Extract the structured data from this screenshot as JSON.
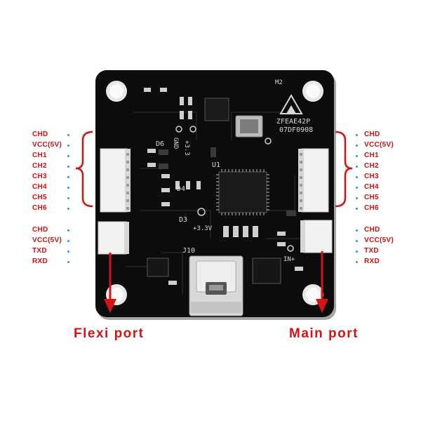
{
  "left_top_pins": [
    "CHD",
    "VCC(5V)",
    "CH1",
    "CH2",
    "CH3",
    "CH4",
    "CH5",
    "CH6"
  ],
  "right_top_pins": [
    "CHD",
    "VCC(5V)",
    "CH1",
    "CH2",
    "CH3",
    "CH4",
    "CH5",
    "CH6"
  ],
  "left_bottom_pins": [
    "CHD",
    "VCC(5V)",
    "TXD",
    "RXD"
  ],
  "right_bottom_pins": [
    "CHD",
    "VCC(5V)",
    "TXD",
    "RXD"
  ],
  "ports": {
    "left": "Flexi port",
    "right": "Main port"
  },
  "board_silkscreen": {
    "model": "ZFEAE42P",
    "code": "07DF0908",
    "u1": "U1",
    "j10": "J10",
    "d3": "D3",
    "d4": "D4",
    "d6": "D6",
    "v33": "+3.3V",
    "v33b": "+3.3",
    "gnd": "GND",
    "m2": "M2",
    "in_plus": "IN+"
  },
  "colors": {
    "label_red": "#cc1010",
    "dot_blue": "#3a8fd6",
    "pcb": "#0c0c0c",
    "arrow_red": "#d41414"
  }
}
